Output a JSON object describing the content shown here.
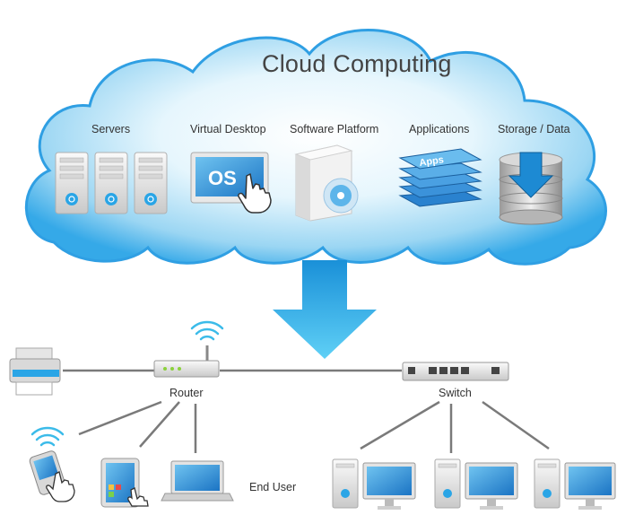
{
  "title": "Cloud Computing",
  "categories": {
    "servers": "Servers",
    "virtual_desktop": "Virtual Desktop",
    "software_platform": "Software Platform",
    "applications": "Applications",
    "storage": "Storage / Data"
  },
  "icon_text": {
    "os": "OS",
    "apps": "Apps"
  },
  "network": {
    "router": "Router",
    "switch": "Switch",
    "end_user": "End User"
  },
  "colors": {
    "cloud_outer": "#1f9be0",
    "cloud_inner": "#cfeefb",
    "arrow": "#22a9e6",
    "line": "#7a7a7a"
  },
  "icons": [
    "server-icon",
    "monitor-icon",
    "hand-cursor-icon",
    "software-box-icon",
    "disc-icon",
    "apps-stack-icon",
    "storage-icon",
    "download-arrow-icon",
    "printer-icon",
    "router-icon",
    "wifi-icon",
    "switch-icon",
    "pda-icon",
    "tablet-icon",
    "laptop-icon",
    "desktop-computer-icon"
  ]
}
